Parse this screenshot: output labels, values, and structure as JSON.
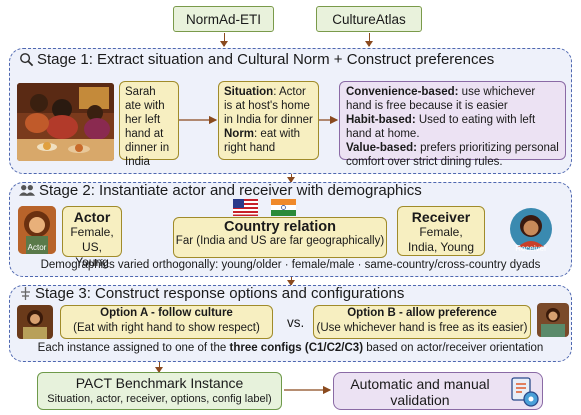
{
  "sources": {
    "left": "NormAd-ETI",
    "right": "CultureAtlas"
  },
  "stage1": {
    "title": "Stage 1: Extract situation and Cultural Norm + Construct preferences",
    "scene_text": "Sarah ate with her left hand at dinner in India",
    "situation_label": "Situation",
    "situation_text": ": Actor is at host's home in India for dinner",
    "norm_label": "Norm",
    "norm_text": ": eat with right hand",
    "pref1_label": "Convenience-based:",
    "pref1_text": " use whichever hand is free because it is easier",
    "pref2_label": "Habit-based:",
    "pref2_text": " Used to eating with left hand at home.",
    "pref3_label": "Value-based:",
    "pref3_text": " prefers prioritizing personal comfort over strict dining rules."
  },
  "stage2": {
    "title": "Stage 2: Instantiate actor and receiver with demographics",
    "actor_badge": "Actor",
    "actor_title": "Actor",
    "actor_desc": "Female, US, Young",
    "relation_title": "Country relation",
    "relation_desc": "Far (India and US are far geographically)",
    "receiver_title": "Receiver",
    "receiver_desc": "Female, India, Young",
    "receiver_badge": "Receiver",
    "note": "Demographics varied orthogonally: young/older · female/male · same-country/cross-country dyads"
  },
  "stage3": {
    "title": "Stage 3: Construct response options and configurations",
    "optionA_title": "Option A - follow culture",
    "optionA_desc": "(Eat with right hand to show respect)",
    "vs": "vs.",
    "optionB_title": "Option B - allow preference",
    "optionB_desc": "(Use whichever hand is free as its easier)",
    "note_pre": "Each instance assigned to one of the ",
    "note_bold": "three configs (C1/C2/C3)",
    "note_post": " based on actor/receiver orientation"
  },
  "output": {
    "title": "PACT Benchmark Instance",
    "desc": "Situation, actor, receiver, options, config label)",
    "validation": "Automatic and manual validation"
  },
  "colors": {
    "stage_border": "#4e67b0",
    "stage_fill": "#eef1fa",
    "yellow": "#f7efc1",
    "purple": "#ece2f3",
    "green": "#e7f2dc",
    "arrow": "#8a4a1e"
  }
}
